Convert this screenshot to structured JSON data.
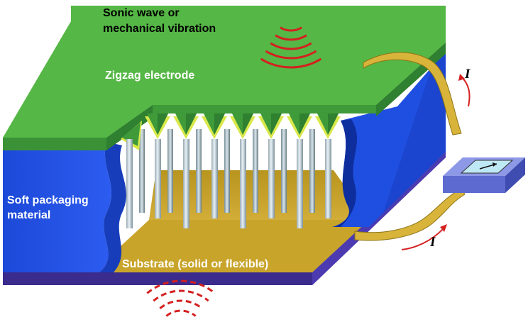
{
  "labels": {
    "sonic_line1": "Sonic wave or",
    "sonic_line2": "mechanical vibration",
    "electrode": "Zigzag electrode",
    "packaging_line1": "Soft packaging",
    "packaging_line2": "material",
    "substrate": "Substrate (solid or flexible)",
    "current_top": "I",
    "current_bottom": "I"
  },
  "colors": {
    "electrode_green": "#55b745",
    "electrode_edge": "#2f8a35",
    "packaging_blue": "#1f4fe0",
    "packaging_dark": "#0e2a9a",
    "substrate_gold": "#c9a42a",
    "base_purple": "#3a2a8a",
    "wire_gold": "#d8b43a",
    "wave_red": "#d42020",
    "nanowire_gray": "#9fb8c4",
    "meter_blue": "#6a78d8"
  },
  "icons": {
    "top_wave": "solid-sound-wave-icon",
    "bottom_wave": "dashed-sound-wave-icon",
    "meter": "current-meter-icon"
  }
}
